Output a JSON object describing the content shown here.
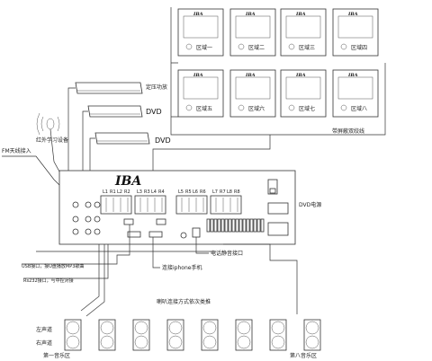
{
  "colors": {
    "line": "#333333",
    "background": "#ffffff"
  },
  "brand": {
    "logo_text": "IBA"
  },
  "zones": [
    {
      "label": "区域一"
    },
    {
      "label": "区域二"
    },
    {
      "label": "区域三"
    },
    {
      "label": "区域四"
    },
    {
      "label": "区域五"
    },
    {
      "label": "区域六"
    },
    {
      "label": "区域七"
    },
    {
      "label": "区域八"
    }
  ],
  "labels": {
    "shielded_twisted_pair": "带屏蔽双绞线",
    "amplifier": "定压功放",
    "dvd_1": "DVD",
    "dvd_2": "DVD",
    "ir_learning_device": "红外学习设备",
    "fm_antenna": "FM天线接入",
    "dvd_power": "DVD电源",
    "phone_mute": "电话静音接口",
    "iphone_link": "连接iphone手机",
    "usb_port": "USB接口，接U盘播放MP3歌曲",
    "rs232_port": "Rs232接口，与中控对接",
    "speaker_note": "喇叭连接方式依次类推",
    "left_channel": "左声道",
    "right_channel": "右声道",
    "zone_audio_1": "第一音乐区",
    "zone_audio_8": "第八音乐区"
  },
  "panel": {
    "group_labels": [
      "L1",
      "R1",
      "L2",
      "R2",
      "L3",
      "R3",
      "L4",
      "R4",
      "L5",
      "R5",
      "L6",
      "R6",
      "L7",
      "R7",
      "L8",
      "R8"
    ]
  }
}
